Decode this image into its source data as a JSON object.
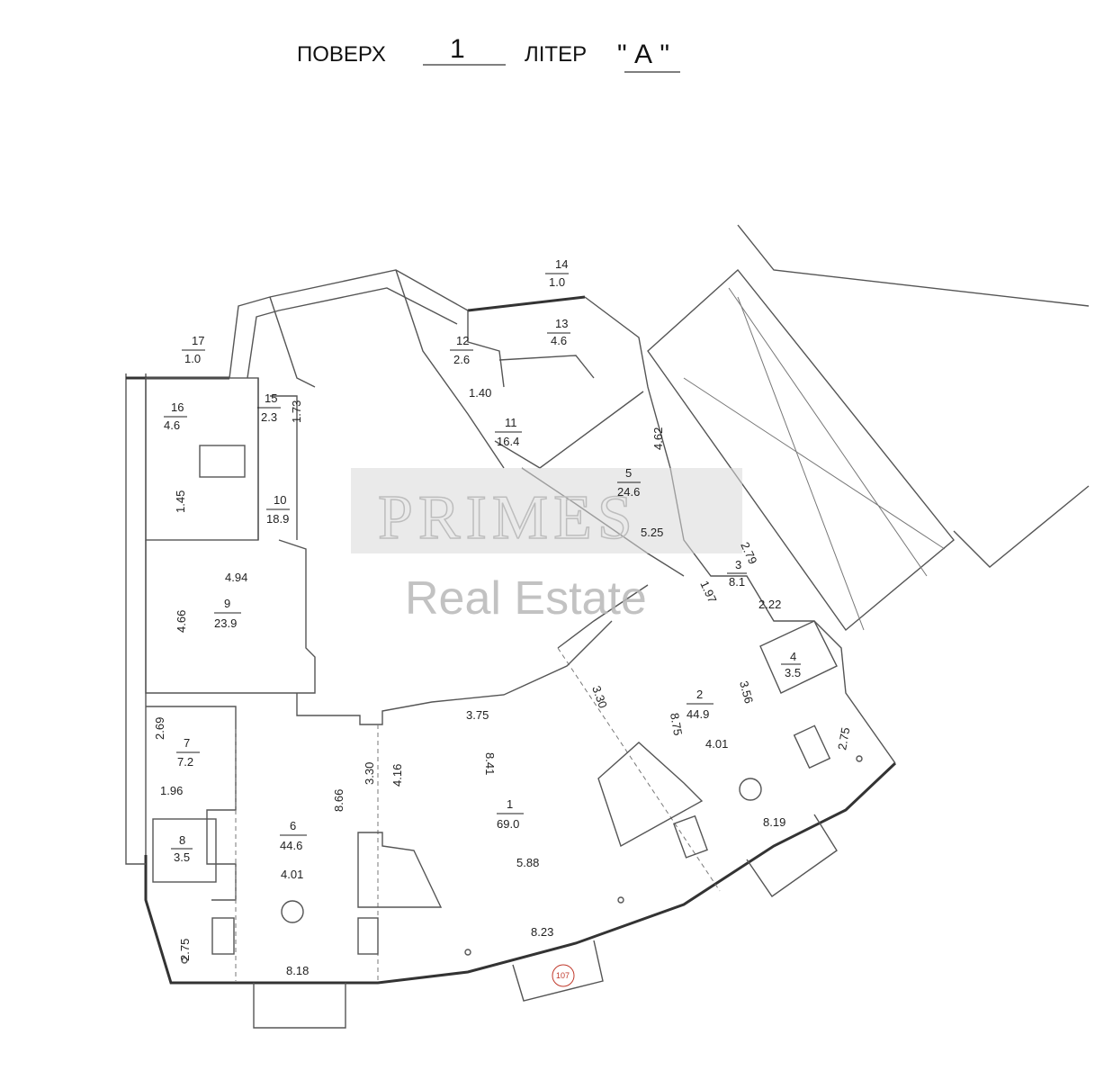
{
  "header": {
    "floor_label": "ПОВЕРХ",
    "floor_value": "1",
    "letter_label": "ЛІТЕР",
    "letter_value": "\" А \""
  },
  "watermark": {
    "brand": "PRIMES",
    "subtitle": "Real Estate"
  },
  "rooms": [
    {
      "num": "1",
      "area": "69.0"
    },
    {
      "num": "2",
      "area": "44.9"
    },
    {
      "num": "3",
      "area": "8.1"
    },
    {
      "num": "4",
      "area": "3.5"
    },
    {
      "num": "5",
      "area": "24.6"
    },
    {
      "num": "6",
      "area": "44.6"
    },
    {
      "num": "7",
      "area": "7.2"
    },
    {
      "num": "8",
      "area": "3.5"
    },
    {
      "num": "9",
      "area": "23.9"
    },
    {
      "num": "10",
      "area": "18.9"
    },
    {
      "num": "11",
      "area": "16.4"
    },
    {
      "num": "12",
      "area": "2.6"
    },
    {
      "num": "13",
      "area": "4.6"
    },
    {
      "num": "14",
      "area": "1.0"
    },
    {
      "num": "15",
      "area": "2.3"
    },
    {
      "num": "16",
      "area": "4.6"
    },
    {
      "num": "17",
      "area": "1.0"
    }
  ],
  "dimensions": [
    "4.62",
    "5.25",
    "2.79",
    "1.97",
    "2.22",
    "3.56",
    "2.75",
    "3.30",
    "8.75",
    "4.01",
    "8.19",
    "3.75",
    "8.41",
    "5.88",
    "8.23",
    "3.30",
    "4.16",
    "8.66",
    "4.01",
    "8.18",
    "2.75",
    "1.96",
    "2.69",
    "4.94",
    "4.66",
    "1.45",
    "1.73",
    "1.40"
  ],
  "stamp": "107"
}
